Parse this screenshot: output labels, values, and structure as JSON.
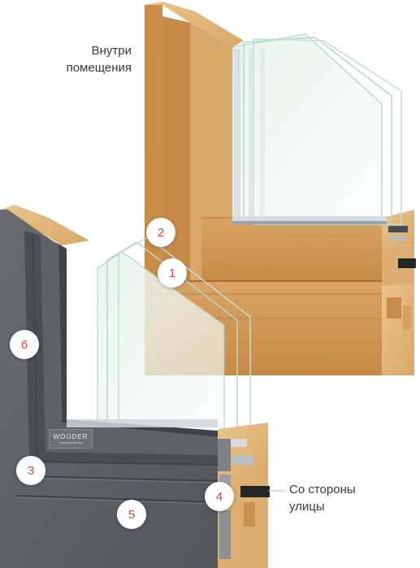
{
  "labels": {
    "inside_line1": "Внутри",
    "inside_line2": "помещения",
    "outside_line1": "Со стороны",
    "outside_line2": "улицы"
  },
  "markers": [
    {
      "num": "1"
    },
    {
      "num": "2"
    },
    {
      "num": "3"
    },
    {
      "num": "4"
    },
    {
      "num": "5"
    },
    {
      "num": "6"
    }
  ],
  "brand": {
    "name": "WOODER",
    "url": "www.wooder.by"
  },
  "colors": {
    "marker_number": "#e0473e",
    "wood": "#d19a54",
    "aluminum": "#5f6368",
    "glass": "#cfe8dc"
  }
}
